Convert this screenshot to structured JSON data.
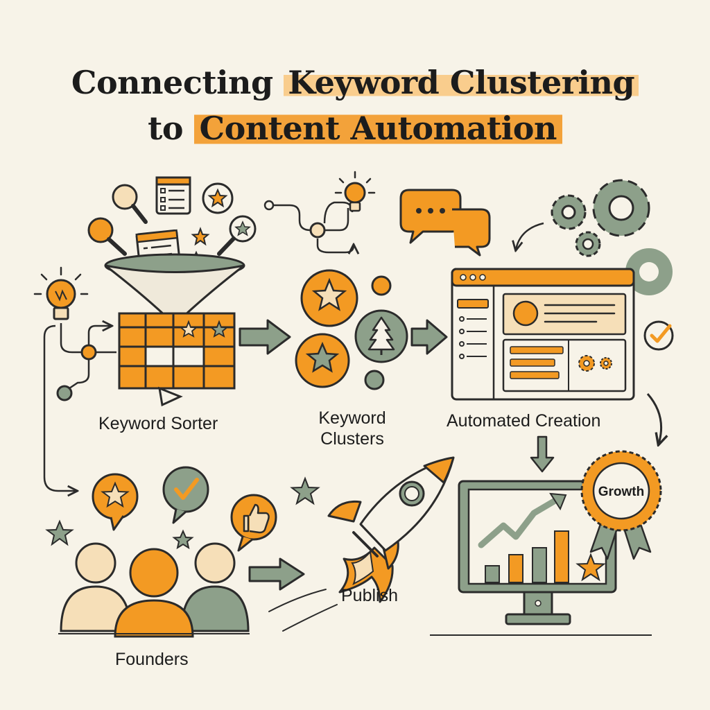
{
  "title": {
    "prefix": "Connecting",
    "highlight_1": "Keyword Clustering",
    "to": "to",
    "highlight_2": "Content Automation"
  },
  "stages": {
    "keyword_sorter": "Keyword Sorter",
    "keyword_clusters_line1": "Keyword",
    "keyword_clusters_line2": "Clusters",
    "automated_creation": "Automated Creation",
    "founders": "Founders",
    "publish": "Publish",
    "growth_badge": "Growth"
  },
  "colors": {
    "background": "#f7f3e8",
    "orange": "#f39a23",
    "sage": "#8da08a",
    "cream": "#f6dfb8",
    "ink": "#2b2b2b"
  }
}
